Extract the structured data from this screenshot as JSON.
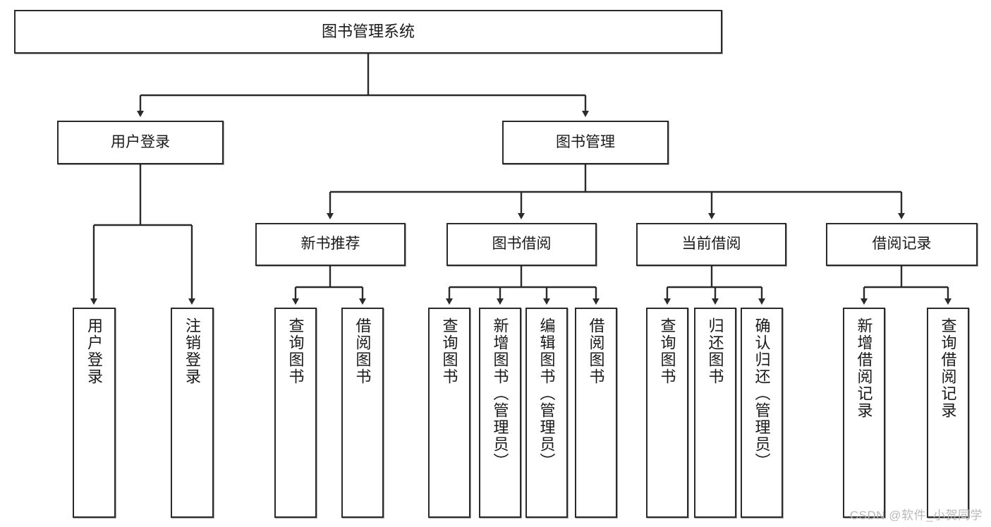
{
  "diagram": {
    "type": "tree-hierarchy-chart",
    "title": "图书管理系统",
    "stroke_color": "#2b2b2b",
    "background_color": "#ffffff",
    "watermark": "CSDN @软件_小贺同学",
    "nodes": {
      "root": {
        "label": "图书管理系统"
      },
      "level2": [
        {
          "id": "user-login",
          "label": "用户登录"
        },
        {
          "id": "book-manage",
          "label": "图书管理"
        }
      ],
      "level3": [
        {
          "id": "new-book-recommend",
          "label": "新书推荐"
        },
        {
          "id": "book-borrow",
          "label": "图书借阅"
        },
        {
          "id": "current-borrow",
          "label": "当前借阅"
        },
        {
          "id": "borrow-record",
          "label": "借阅记录"
        }
      ],
      "leaves": {
        "user-login": [
          {
            "id": "leaf-user-login",
            "label": "用户登录"
          },
          {
            "id": "leaf-logout-login",
            "label": "注销登录"
          }
        ],
        "new-book-recommend": [
          {
            "id": "leaf-query-book-1",
            "label": "查询图书"
          },
          {
            "id": "leaf-borrow-book-1",
            "label": "借阅图书"
          }
        ],
        "book-borrow": [
          {
            "id": "leaf-query-book-2",
            "label": "查询图书"
          },
          {
            "id": "leaf-add-book",
            "label": "新增图书（管理员）"
          },
          {
            "id": "leaf-edit-book",
            "label": "编辑图书（管理员）"
          },
          {
            "id": "leaf-borrow-book-2",
            "label": "借阅图书"
          }
        ],
        "current-borrow": [
          {
            "id": "leaf-query-book-3",
            "label": "查询图书"
          },
          {
            "id": "leaf-return-book",
            "label": "归还图书"
          },
          {
            "id": "leaf-confirm-return",
            "label": "确认归还（管理员）"
          }
        ],
        "borrow-record": [
          {
            "id": "leaf-add-borrow-record",
            "label": "新增借阅记录"
          },
          {
            "id": "leaf-query-borrow-record",
            "label": "查询借阅记录"
          }
        ]
      }
    }
  }
}
